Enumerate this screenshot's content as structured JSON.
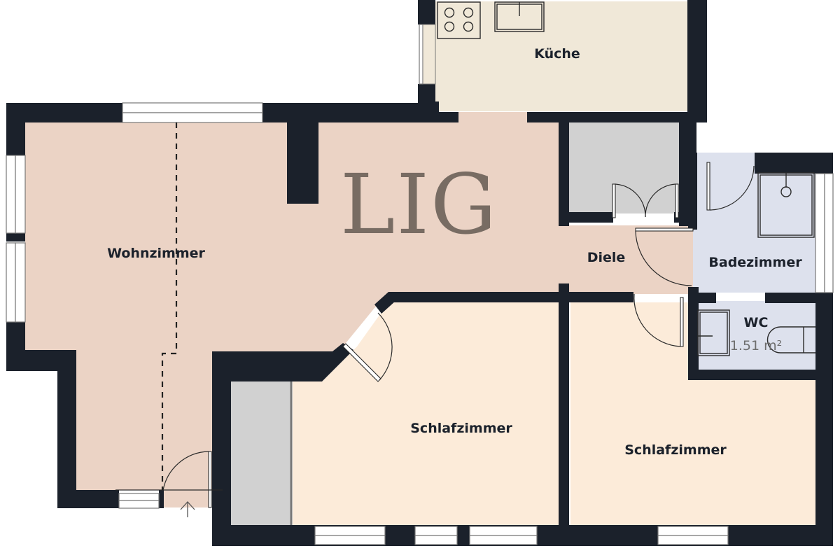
{
  "plan": {
    "watermark": "LIG",
    "colors": {
      "wall": "#1b212b",
      "living": "#ebd3c5",
      "kitchen": "#f0e8d8",
      "bedroom": "#fcebd9",
      "bath": "#dde1ed",
      "storage": "#d1d1d1",
      "window": "#ffffff"
    },
    "rooms": [
      {
        "id": "kueche",
        "label": "Küche"
      },
      {
        "id": "wohnzimmer",
        "label": "Wohnzimmer"
      },
      {
        "id": "diele",
        "label": "Diele"
      },
      {
        "id": "badezimmer",
        "label": "Badezimmer"
      },
      {
        "id": "wc",
        "label": "WC",
        "area": "1.51 m²"
      },
      {
        "id": "schlafzimmer1",
        "label": "Schlafzimmer"
      },
      {
        "id": "schlafzimmer2",
        "label": "Schlafzimmer"
      },
      {
        "id": "abstellraum",
        "label": ""
      },
      {
        "id": "schrank",
        "label": ""
      }
    ],
    "entrance_arrow": "↑"
  }
}
